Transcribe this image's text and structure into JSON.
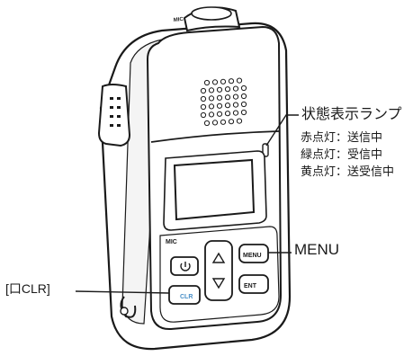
{
  "colors": {
    "body": "#ffffff",
    "outline": "#1a1a1a",
    "screen": "#ffffff",
    "clr_key_accent": "#4a90c8",
    "shadow_gray": "#9a9a9a"
  },
  "device": {
    "top_label": "MIC",
    "power_icon": "power-icon",
    "up_icon": "up-triangle-icon",
    "down_icon": "down-triangle-icon",
    "key_menu": "MENU",
    "key_ent": "ENT",
    "key_clr": "CLR",
    "side_mic_label": "MIC"
  },
  "callouts": {
    "lamp": {
      "title": "状態表示ランプ",
      "red": "赤点灯：送信中",
      "green": "緑点灯：受信中",
      "yellow": "黄点灯：送受信中"
    },
    "menu": "MENU",
    "clr": "[口CLR]"
  }
}
